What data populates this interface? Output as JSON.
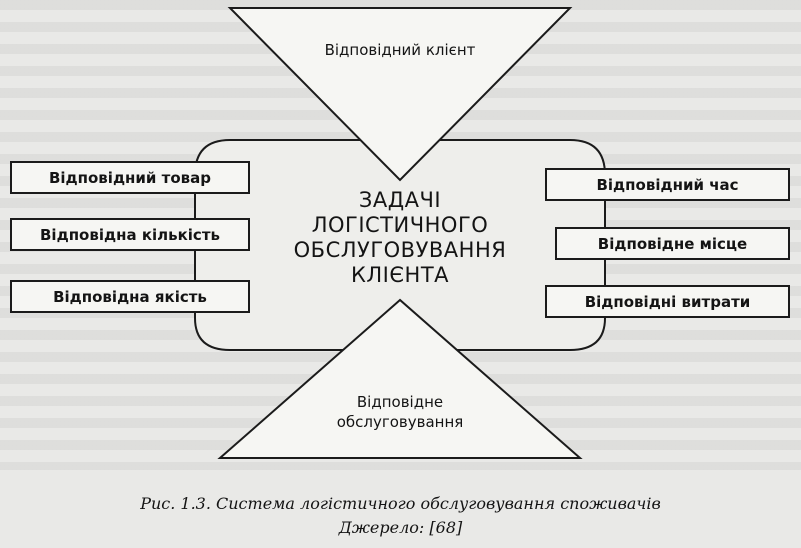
{
  "diagram": {
    "top_label": "Відповідний клієнт",
    "bottom_label_line1": "Відповідне",
    "bottom_label_line2": "обслуговування",
    "center_title": [
      "ЗАДАЧІ",
      "ЛОГІСТИЧНОГО",
      "ОБСЛУГОВУВАННЯ",
      "КЛІЄНТА"
    ],
    "left_boxes": [
      "Відповідний товар",
      "Відповідна кількість",
      "Відповідна якість"
    ],
    "right_boxes": [
      "Відповідний час",
      "Відповідне місце",
      "Відповідні витрати"
    ]
  },
  "caption": {
    "line1": "Рис. 1.3. Система логістичного обслуговування споживачів",
    "line2": "Джерело: [68]"
  },
  "colors": {
    "line": "#1b1b1b",
    "box_fill": "#f6f6f3",
    "paper": "#e9e9e7"
  }
}
